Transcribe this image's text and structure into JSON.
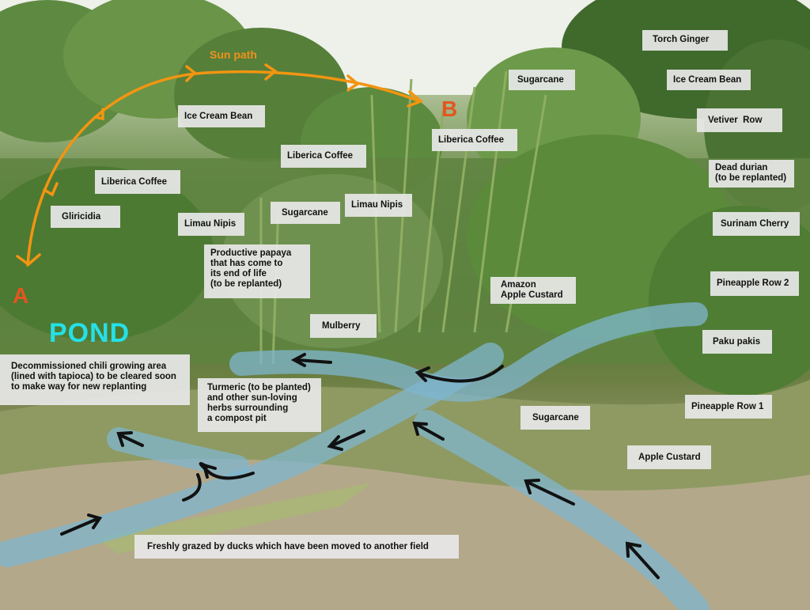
{
  "scene": {
    "sun_path_label": "Sun path",
    "point_a": "A",
    "point_b": "B",
    "pond_label": "POND",
    "colors": {
      "sun_path": "#f29511",
      "point_letters": "#e4551f",
      "pond_text": "#25e0e8",
      "water_flow": "#7fb6cf",
      "flow_arrows": "#111111"
    },
    "labels": {
      "torch_ginger": "Torch Ginger",
      "sugarcane_top": "Sugarcane",
      "ice_cream_bean_right": "Ice Cream Bean",
      "ice_cream_bean_left": "Ice Cream Bean",
      "liberica_coffee_b": "Liberica Coffee",
      "vetiver_row": "Vetiver  Row",
      "liberica_coffee_mid": "Liberica Coffee",
      "dead_durian": "Dead durian\n(to be replanted)",
      "liberica_coffee_left": "Liberica Coffee",
      "limau_nipis_right": "Limau Nipis",
      "gliricidia": "Gliricidia",
      "sugarcane_mid": "Sugarcane",
      "limau_nipis_left": "Limau Nipis",
      "surinam_cherry": "Surinam Cherry",
      "papaya": "Productive papaya\nthat has come to\nits end of life\n(to be replanted)",
      "pineapple_row_2": "Pineapple Row 2",
      "amazon_apple_custard": "Amazon\nApple Custard",
      "mulberry": "Mulberry",
      "paku_pakis": "Paku pakis",
      "chili_area": "Decommissioned chili growing area\n(lined with tapioca) to be cleared soon\nto make way for new replanting",
      "turmeric": "Turmeric (to be planted)\nand other sun-loving\nherbs surrounding\na compost pit",
      "pineapple_row_1": "Pineapple Row 1",
      "sugarcane_low": "Sugarcane",
      "apple_custard": "Apple Custard",
      "ducks": "Freshly grazed by ducks which have been moved to another field"
    }
  }
}
